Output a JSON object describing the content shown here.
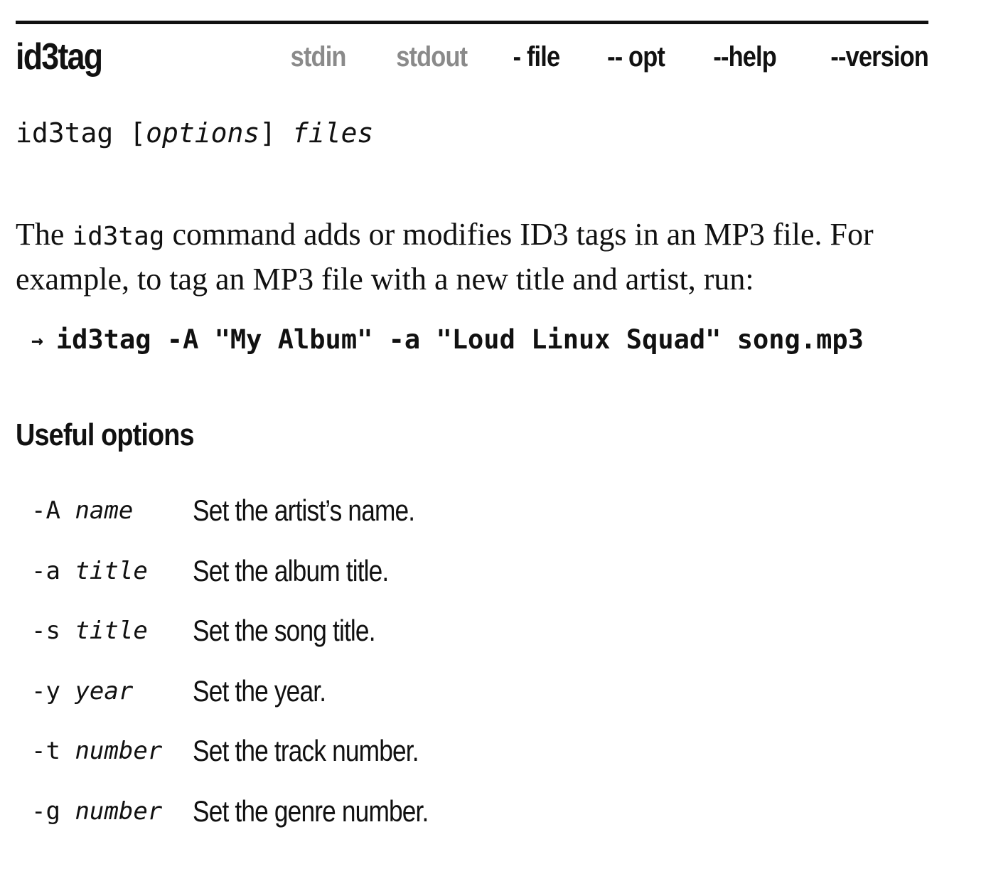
{
  "header": {
    "title": "id3tag",
    "flags": [
      {
        "label": "stdin",
        "active": false
      },
      {
        "label": "stdout",
        "active": false
      },
      {
        "label": "- file",
        "active": true
      },
      {
        "label": "-- opt",
        "active": true
      },
      {
        "label": "--help",
        "active": true
      },
      {
        "label": "--version",
        "active": true
      }
    ],
    "inactive_color": "#8a8a8a",
    "active_color": "#111111"
  },
  "synopsis": {
    "command": "id3tag",
    "open_bracket": "[",
    "options": "options",
    "close_bracket": "]",
    "files": "files"
  },
  "description": {
    "part1": "The ",
    "command": "id3tag",
    "part2": " command adds or modifies ID3 tags in an MP3 file. For example, to tag an MP3 file with a new title and artist, run:"
  },
  "example": {
    "arrow": "→",
    "command": "id3tag -A \"My Album\" -a \"Loud Linux Squad\" song.mp3"
  },
  "options_section": {
    "heading": "Useful options",
    "items": [
      {
        "flag": "-A",
        "arg": "name",
        "desc": "Set the artist’s name."
      },
      {
        "flag": "-a",
        "arg": "title",
        "desc": "Set the album title."
      },
      {
        "flag": "-s",
        "arg": "title",
        "desc": "Set the song title."
      },
      {
        "flag": "-y",
        "arg": "year",
        "desc": "Set the year."
      },
      {
        "flag": "-t",
        "arg": "number",
        "desc": "Set the track number."
      },
      {
        "flag": "-g",
        "arg": "number",
        "desc": "Set the genre number."
      }
    ]
  }
}
